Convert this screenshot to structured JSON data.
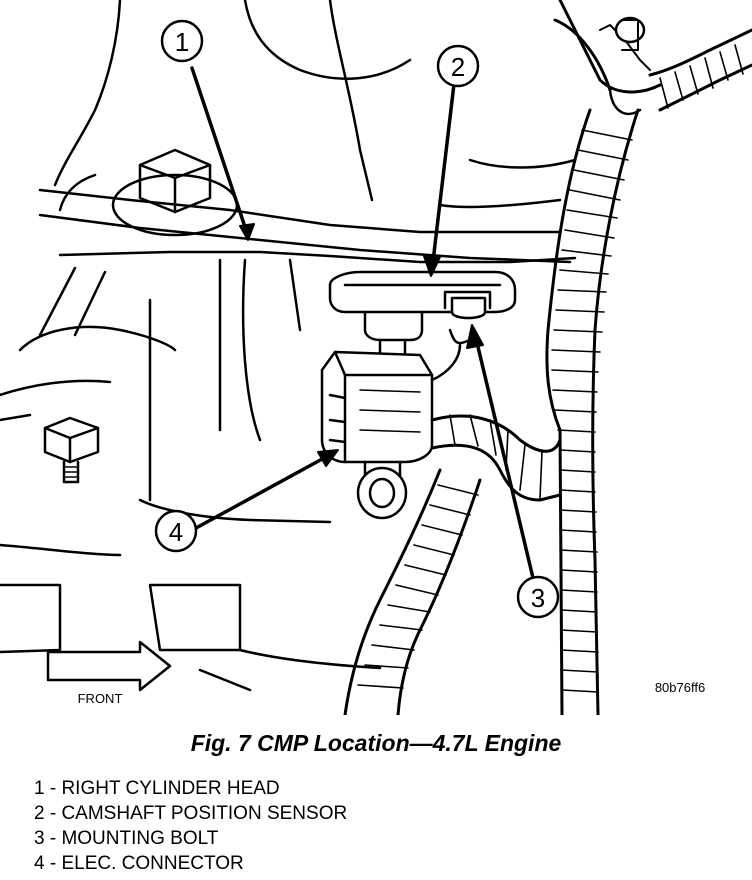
{
  "figure": {
    "caption": "Fig. 7 CMP Location—4.7L Engine",
    "image_code": "80b76ff6",
    "front_label": "FRONT"
  },
  "callouts": [
    {
      "number": "1",
      "text": "1 - RIGHT CYLINDER HEAD"
    },
    {
      "number": "2",
      "text": "2 - CAMSHAFT POSITION SENSOR"
    },
    {
      "number": "3",
      "text": "3 - MOUNTING BOLT"
    },
    {
      "number": "4",
      "text": "4 - ELEC. CONNECTOR"
    }
  ]
}
